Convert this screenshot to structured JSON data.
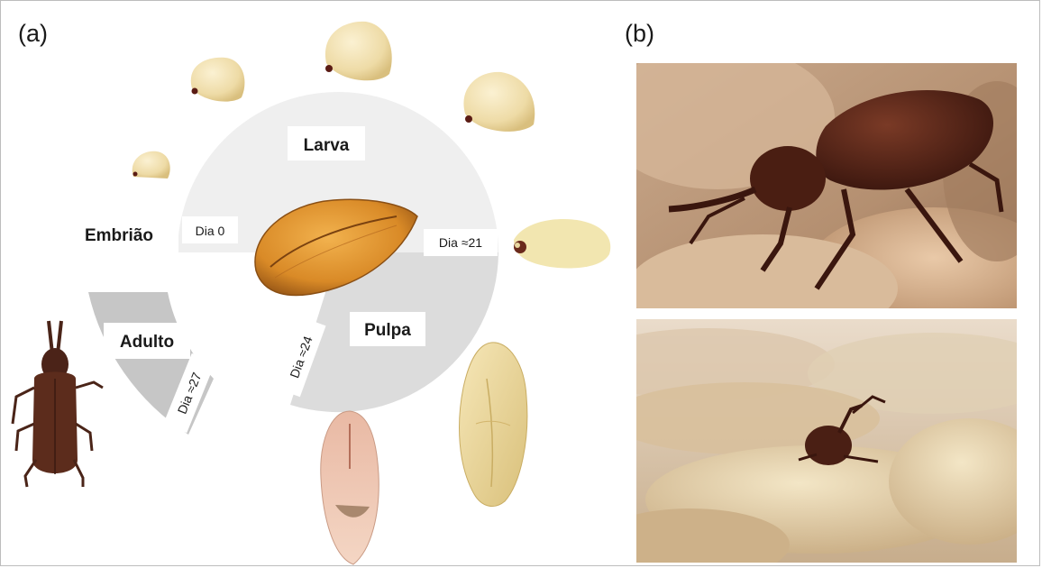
{
  "panels": {
    "a_label": "(a)",
    "b_label": "(b)"
  },
  "stages": {
    "larva": "Larva",
    "embryo": "Embrião",
    "pupa": "Pulpa",
    "adult": "Adulto"
  },
  "days": {
    "day0": "Dia 0",
    "day21": "Dia ≈21",
    "day24": "Dia ≈24",
    "day27": "Dia ≈27"
  },
  "colors": {
    "larva_sector": "#efefef",
    "pupa_sector": "#d9d9d9",
    "adult_sector": "#c7c7c7",
    "larva_body": "#f0dfae",
    "grain": "#d9932e",
    "weevil": "#5a2a1a"
  }
}
